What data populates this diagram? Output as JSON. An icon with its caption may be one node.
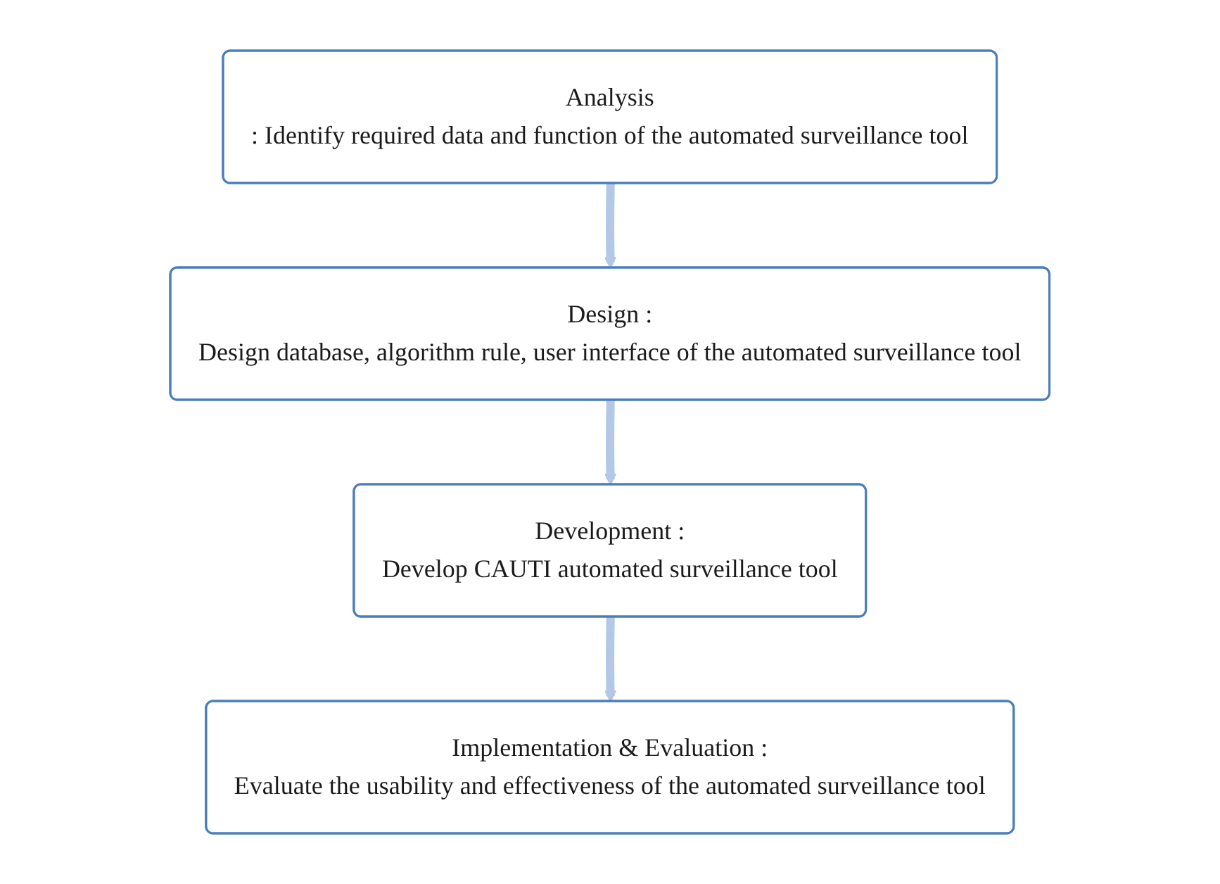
{
  "diagram": {
    "nodes": [
      {
        "text": [
          "Analysis",
          ": Identify required data and function of the automated surveillance tool"
        ]
      },
      {
        "text": [
          "Design :",
          "Design database, algorithm rule, user interface of the automated surveillance tool"
        ]
      },
      {
        "text": [
          "Development :",
          "Develop CAUTI automated surveillance tool"
        ]
      },
      {
        "text": [
          "Implementation & Evaluation :",
          "Evaluate the usability and effectiveness of the automated surveillance tool"
        ]
      }
    ],
    "edges": [
      {
        "from": 0,
        "to": 1,
        "arrow": "to"
      },
      {
        "from": 1,
        "to": 2,
        "arrow": "to"
      },
      {
        "from": 2,
        "to": 3,
        "arrow": "to"
      }
    ]
  }
}
